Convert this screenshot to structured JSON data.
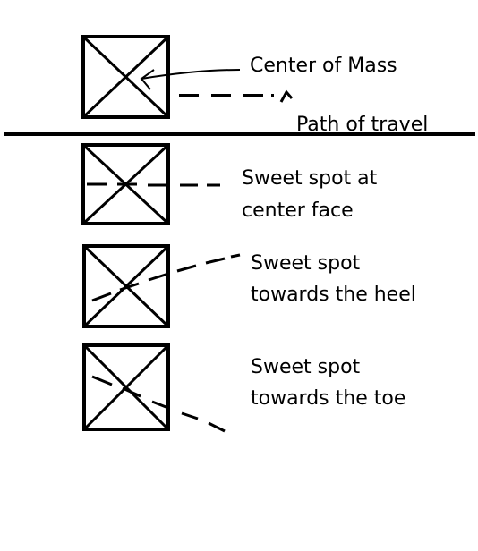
{
  "labels": {
    "center_of_mass": "Center of Mass",
    "path_of_travel": "Path of travel",
    "sweet_center_l1": "Sweet spot at",
    "sweet_center_l2": "center face",
    "sweet_heel_l1": "Sweet spot",
    "sweet_heel_l2": "towards the heel",
    "sweet_toe_l1": "Sweet spot",
    "sweet_toe_l2": "towards the toe"
  },
  "colors": {
    "ink": "#000000",
    "background": "#ffffff"
  }
}
